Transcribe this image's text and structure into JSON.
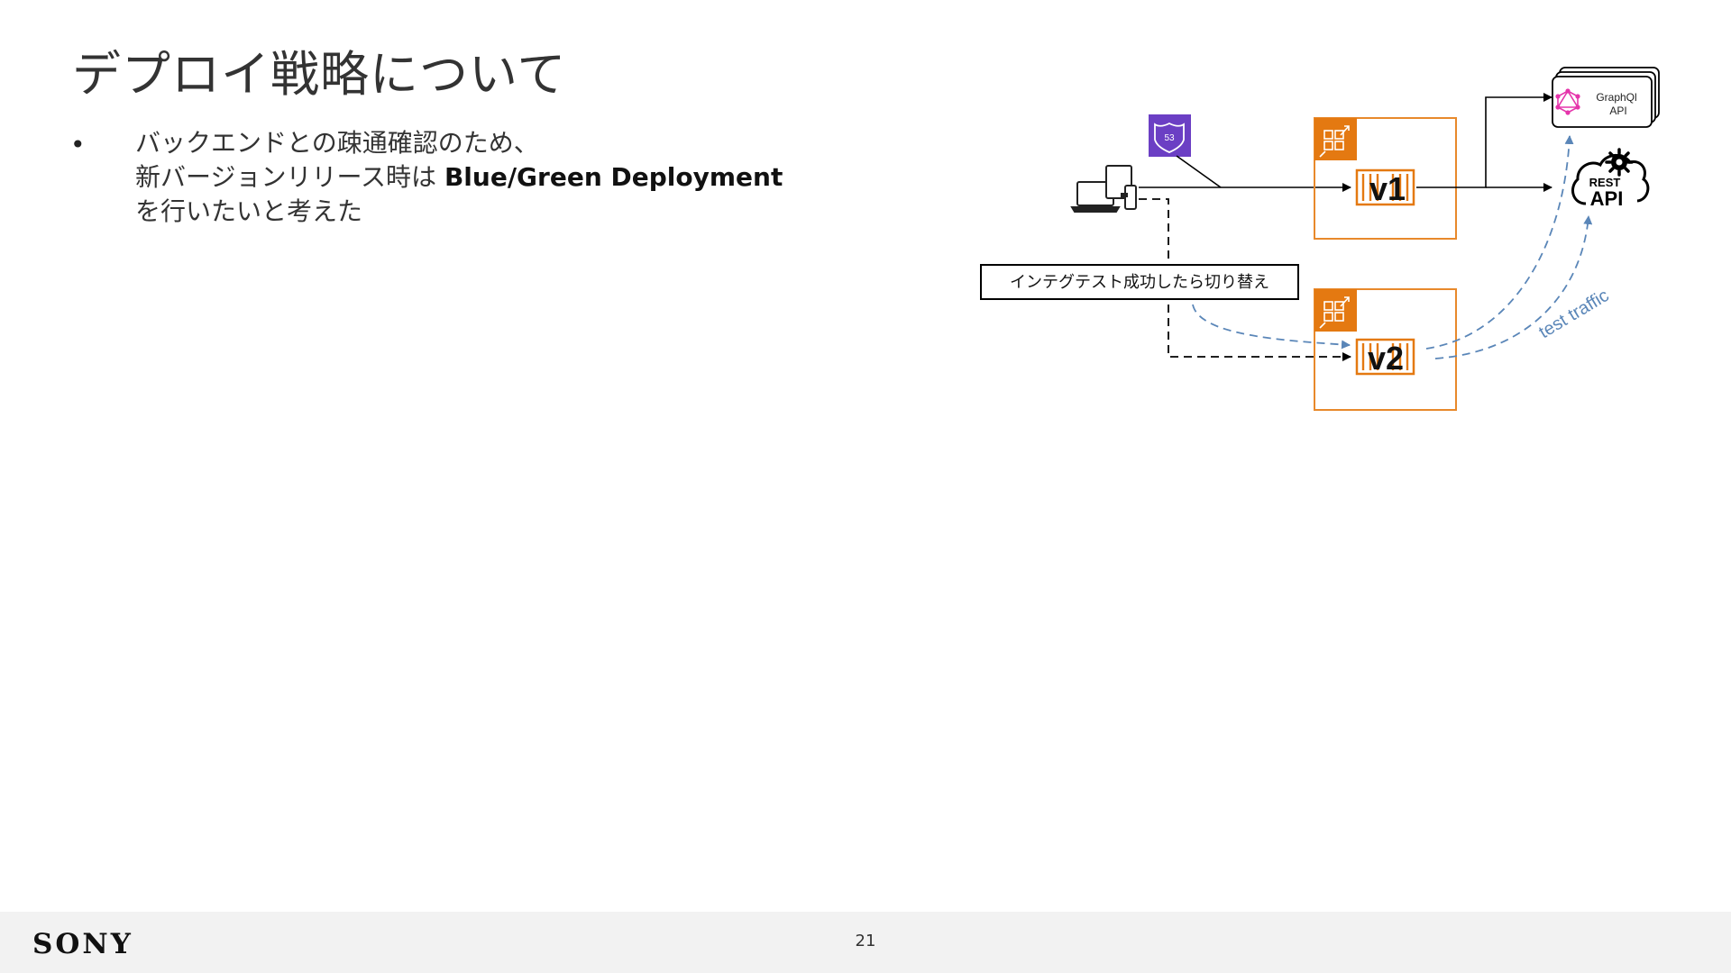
{
  "slide": {
    "title": "デプロイ戦略について",
    "bullet": {
      "symbol": "•",
      "line1": "バックエンドとの疎通確認のため、",
      "line2_prefix": "新バージョンリリース時は ",
      "line2_bold": "Blue/Green Deployment",
      "line3": "を行いたいと考えた"
    }
  },
  "diagram": {
    "route53_label": "53",
    "v1_label": "v1",
    "v2_label": "v2",
    "switch_box_label": "インテグテスト成功したら切り替え",
    "graphql_label_line1": "GraphQl",
    "graphql_label_line2": "API",
    "rest_label_line1": "REST",
    "rest_label_line2": "API",
    "test_traffic_label": "test traffic",
    "colors": {
      "orange": "#e47911",
      "orange_border": "#e8892b",
      "route53_purple": "#6b3fc4",
      "graphql_pink": "#e535ab",
      "test_traffic_blue": "#5a86b8"
    }
  },
  "footer": {
    "logo": "SONY",
    "page_number": "21"
  }
}
